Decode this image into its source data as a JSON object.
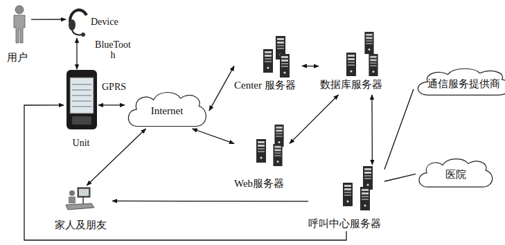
{
  "diagram": {
    "nodes": [
      {
        "text": [
          "用户"
        ]
      },
      {
        "text": [
          "Device"
        ]
      },
      {
        "text": [
          "Center 服务器"
        ]
      },
      {
        "text": [
          "数据库服务器"
        ]
      },
      {
        "text": [
          "通信服务提供商"
        ]
      },
      {
        "text": [
          "Unit"
        ]
      },
      {
        "text": [
          "Internet"
        ]
      },
      {
        "text": [
          "Web服务器"
        ]
      },
      {
        "text": [
          "医院"
        ]
      },
      {
        "text": [
          "家人及朋友"
        ]
      },
      {
        "text": [
          "呼叫中心服务器"
        ]
      }
    ],
    "edges": [
      {
        "from": 0,
        "to": 1,
        "arrow": "to"
      },
      {
        "from": 1,
        "to": 5,
        "label": "BlueToot h",
        "arrow": "both"
      },
      {
        "from": 5,
        "to": 6,
        "label": "GPRS",
        "arrow": "both"
      },
      {
        "from": 6,
        "to": 2,
        "arrow": "both"
      },
      {
        "from": 2,
        "to": 3,
        "arrow": "both"
      },
      {
        "from": 6,
        "to": 7,
        "arrow": "both"
      },
      {
        "from": 7,
        "to": 3,
        "arrow": "both"
      },
      {
        "from": 3,
        "to": 10,
        "arrow": "both"
      },
      {
        "from": 10,
        "to": 4,
        "arrow": "none"
      },
      {
        "from": 10,
        "to": 8,
        "arrow": "none"
      },
      {
        "from": 10,
        "to": 9,
        "arrow": "to"
      },
      {
        "from": 9,
        "to": 6,
        "arrow": "both"
      },
      {
        "from": 10,
        "to": 5,
        "arrow": "to"
      }
    ]
  }
}
